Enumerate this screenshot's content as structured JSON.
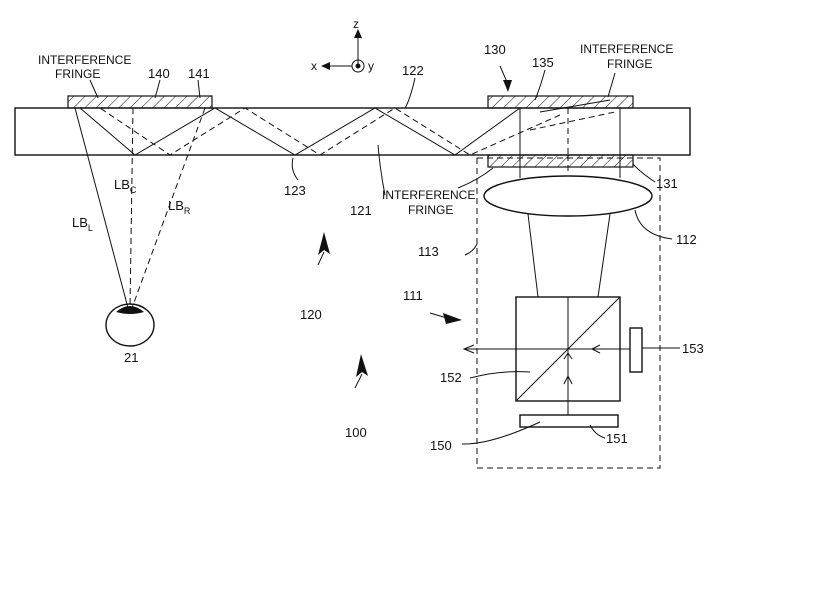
{
  "figure": {
    "axes": {
      "z": "z",
      "x": "x",
      "y": "y"
    },
    "labels": {
      "interference_fringe_left_1": "INTERFERENCE",
      "interference_fringe_left_2": "FRINGE",
      "interference_fringe_right_1": "INTERFERENCE",
      "interference_fringe_right_2": "FRINGE",
      "interference_fringe_mid_1": "INTERFERENCE",
      "interference_fringe_mid_2": "FRINGE",
      "ref_140": "140",
      "ref_141": "141",
      "ref_122": "122",
      "ref_130": "130",
      "ref_135": "135",
      "ref_131": "131",
      "ref_112": "112",
      "ref_113": "113",
      "ref_111": "111",
      "ref_123": "123",
      "ref_121": "121",
      "ref_120": "120",
      "ref_100": "100",
      "ref_21": "21",
      "ref_152": "152",
      "ref_153": "153",
      "ref_150": "150",
      "ref_151": "151",
      "lb_l_main": "LB",
      "lb_l_sub": "L",
      "lb_c_main": "LB",
      "lb_c_sub": "C",
      "lb_r_main": "LB",
      "lb_r_sub": "R"
    }
  }
}
